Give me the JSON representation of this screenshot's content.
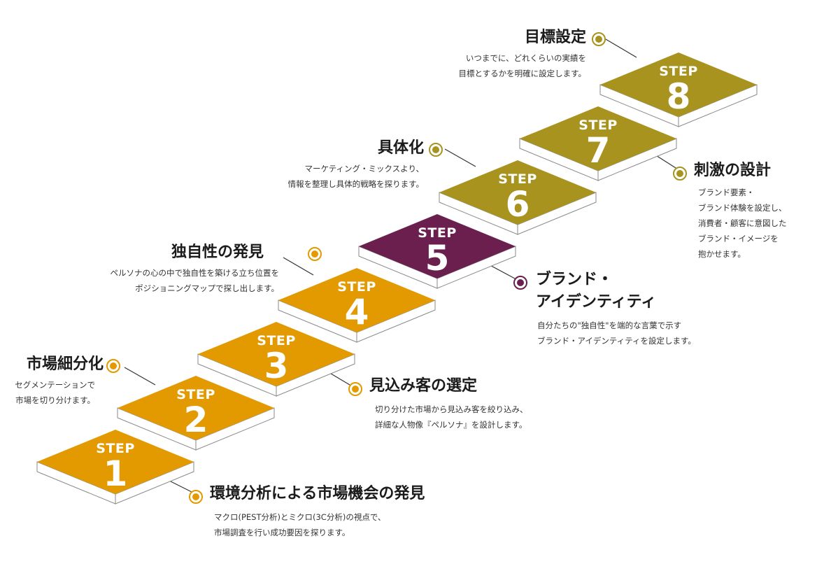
{
  "colors": {
    "orange": "#e39a00",
    "purple": "#6a1f4f",
    "olive": "#a9931f",
    "riser": "#ffffff",
    "riser_line": "#8a8a8a"
  },
  "steps": [
    {
      "word": "STEP",
      "number": "1",
      "color": "orange"
    },
    {
      "word": "STEP",
      "number": "2",
      "color": "orange"
    },
    {
      "word": "STEP",
      "number": "3",
      "color": "orange"
    },
    {
      "word": "STEP",
      "number": "4",
      "color": "orange"
    },
    {
      "word": "STEP",
      "number": "5",
      "color": "purple"
    },
    {
      "word": "STEP",
      "number": "6",
      "color": "olive"
    },
    {
      "word": "STEP",
      "number": "7",
      "color": "olive"
    },
    {
      "word": "STEP",
      "number": "8",
      "color": "olive"
    }
  ],
  "labels": {
    "environment": {
      "title": "環境分析による市場機会の発見",
      "lines": [
        "マクロ(PEST分析)とミクロ(3C分析)の視点で、",
        "市場調査を行い成功要因を探ります。"
      ],
      "dot_color": "orange"
    },
    "segmentation": {
      "title": "市場細分化",
      "lines": [
        "セグメンテーションで",
        "市場を切り分けます。"
      ],
      "dot_color": "orange"
    },
    "target": {
      "title": "見込み客の選定",
      "lines": [
        "切り分けた市場から見込み客を絞り込み、",
        "詳細な人物像『ペルソナ』を設計します。"
      ],
      "dot_color": "orange"
    },
    "uniqueness": {
      "title": "独自性の発見",
      "lines": [
        "ペルソナの心の中で独自性を築ける立ち位置を",
        "ポジショニングマップで探し出します。"
      ],
      "dot_color": "orange"
    },
    "identity": {
      "title_lines": [
        "ブランド・",
        "アイデンティティ"
      ],
      "lines": [
        "自分たちの\"独自性\"を端的な言葉で示す",
        "ブランド・アイデンティティを設定します。"
      ],
      "dot_color": "purple"
    },
    "concretize": {
      "title": "具体化",
      "lines": [
        "マーケティング・ミックスより、",
        "情報を整理し具体的戦略を探ります。"
      ],
      "dot_color": "olive"
    },
    "stimulus": {
      "title": "刺激の設計",
      "lines": [
        "ブランド要素・",
        "ブランド体験を設定し、",
        "消費者・顧客に意図した",
        "ブランド・イメージを",
        "抱かせます。"
      ],
      "dot_color": "olive"
    },
    "goal": {
      "title": "目標設定",
      "lines": [
        "いつまでに、どれくらいの実績を",
        "目標とするかを明確に設定します。"
      ],
      "dot_color": "olive"
    }
  }
}
